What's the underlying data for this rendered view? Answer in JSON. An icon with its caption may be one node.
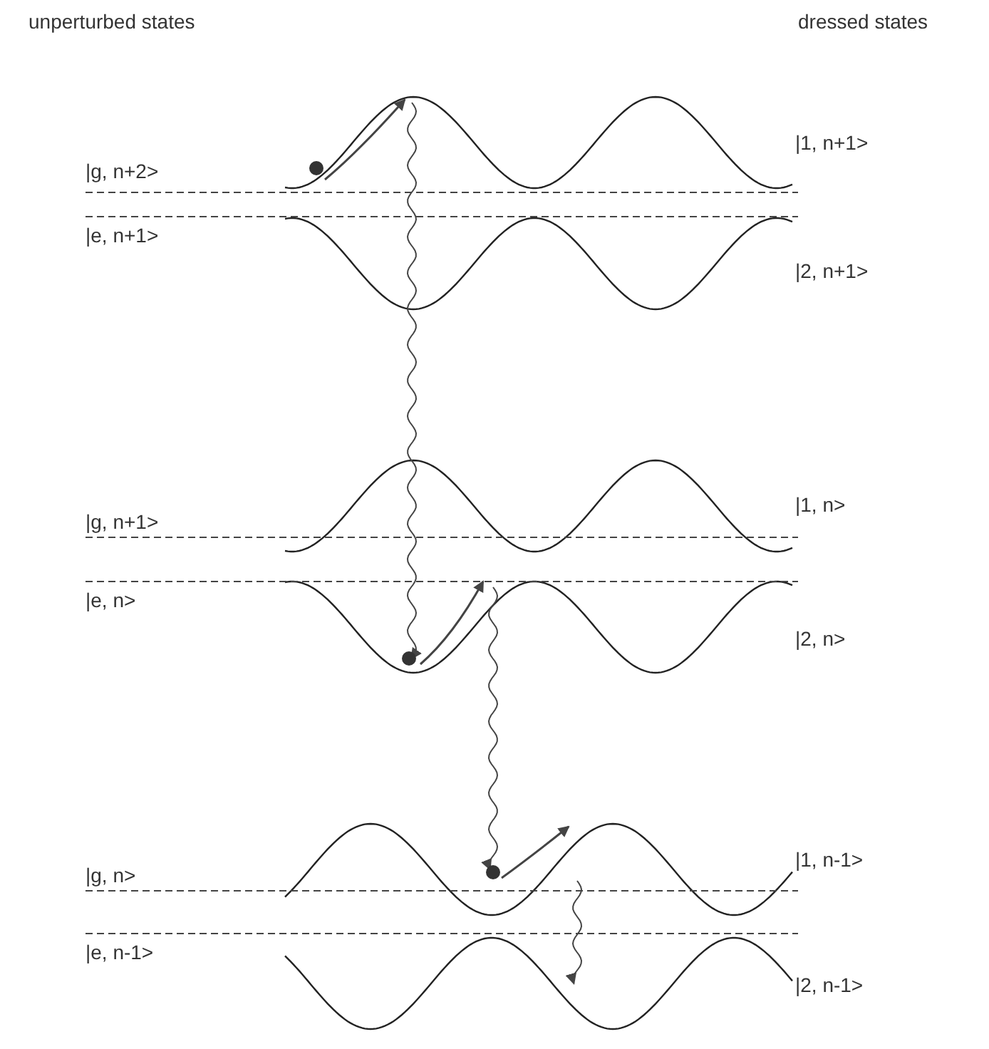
{
  "diagram": {
    "labels": [
      "unperturbed states",
      "dressed states",
      "|1, n+1>",
      "|g, n+2>",
      "|e, n+1>",
      "|2, n+1>",
      "|1, n>",
      "|g, n+1>",
      "|e, n>",
      "|2, n>",
      "|1, n-1>",
      "|g, n>",
      "|e, n-1>",
      "|2, n-1>"
    ]
  }
}
